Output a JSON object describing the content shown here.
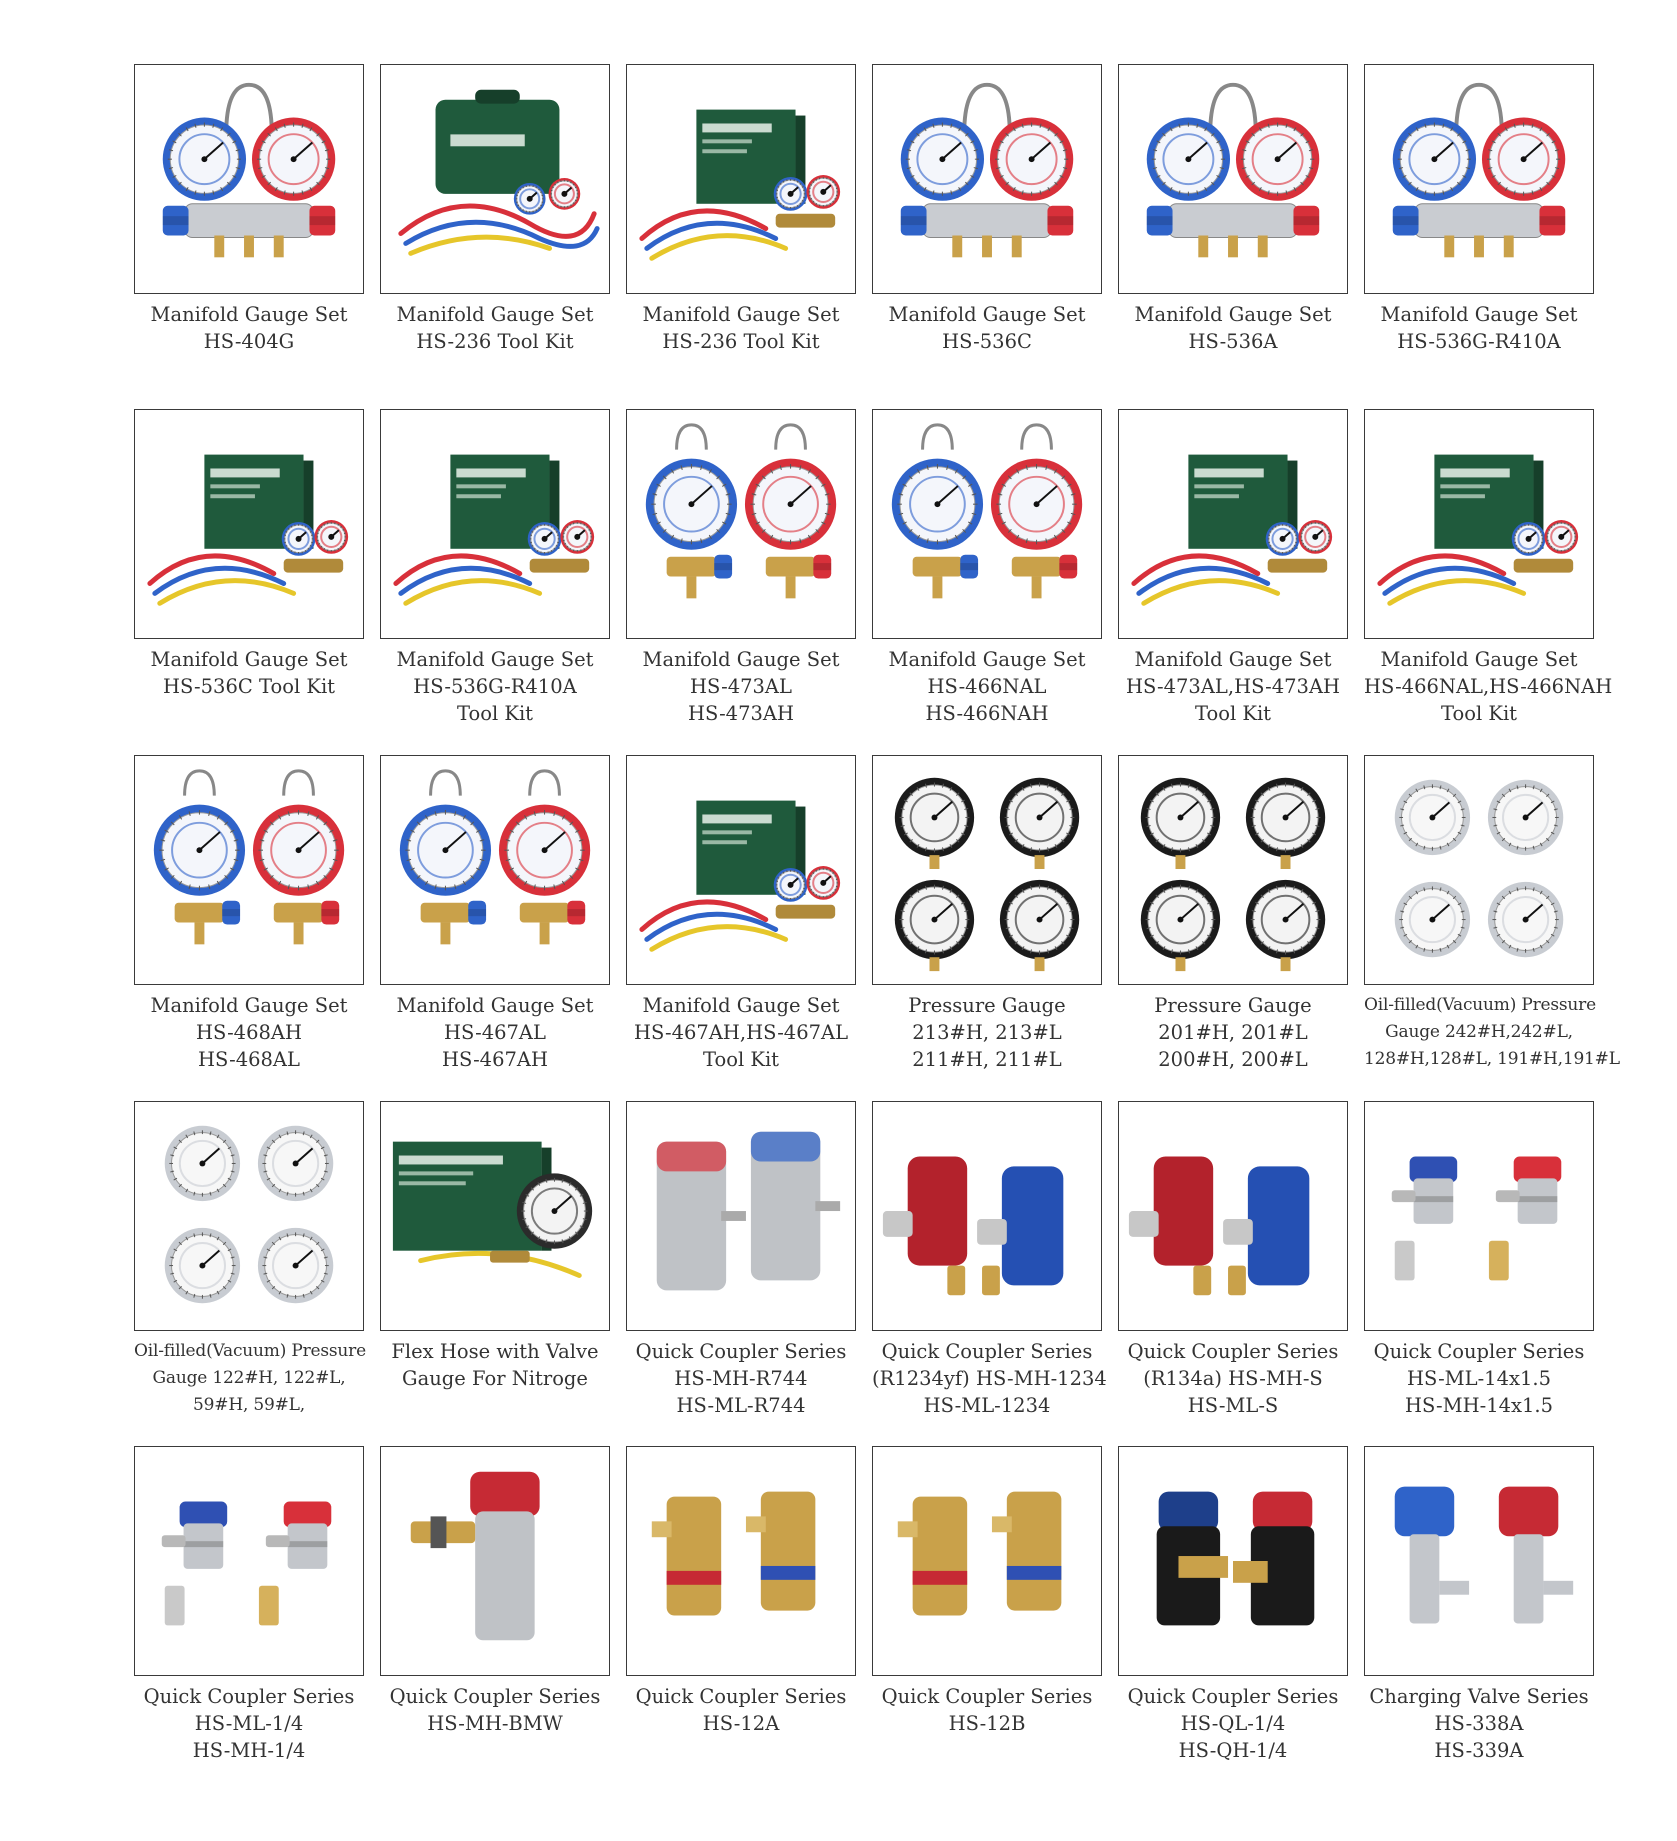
{
  "products": [
    {
      "lines": [
        "Manifold Gauge Set",
        "HS-404G"
      ],
      "image": "manifold-gauge-set-image"
    },
    {
      "lines": [
        "Manifold Gauge Set",
        "HS-236 Tool Kit"
      ],
      "image": "tool-kit-case-image"
    },
    {
      "lines": [
        "Manifold Gauge Set",
        "HS-236 Tool Kit"
      ],
      "image": "tool-kit-box-image"
    },
    {
      "lines": [
        "Manifold Gauge Set",
        "HS-536C"
      ],
      "image": "manifold-gauge-set-image"
    },
    {
      "lines": [
        "Manifold Gauge Set",
        "HS-536A"
      ],
      "image": "manifold-gauge-set-image"
    },
    {
      "lines": [
        "Manifold Gauge Set",
        "HS-536G-R410A"
      ],
      "image": "manifold-gauge-set-image"
    },
    {
      "lines": [
        "Manifold Gauge Set",
        "HS-536C Tool Kit"
      ],
      "image": "tool-kit-box-image"
    },
    {
      "lines": [
        "Manifold Gauge Set",
        "HS-536G-R410A",
        "Tool Kit"
      ],
      "image": "tool-kit-box-image"
    },
    {
      "lines": [
        "Manifold Gauge Set",
        "HS-473AL",
        "HS-473AH"
      ],
      "image": "single-gauge-pair-image"
    },
    {
      "lines": [
        "Manifold Gauge Set",
        "HS-466NAL",
        "HS-466NAH"
      ],
      "image": "single-gauge-pair-image"
    },
    {
      "lines": [
        "Manifold Gauge Set",
        "HS-473AL,HS-473AH",
        "Tool Kit"
      ],
      "image": "tool-kit-box-image"
    },
    {
      "lines": [
        "Manifold Gauge Set",
        "HS-466NAL,HS-466NAH",
        "Tool Kit"
      ],
      "image": "tool-kit-box-image"
    },
    {
      "lines": [
        "Manifold Gauge Set",
        "HS-468AH",
        "HS-468AL"
      ],
      "image": "single-gauge-pair-image"
    },
    {
      "lines": [
        "Manifold Gauge Set",
        "HS-467AL",
        "HS-467AH"
      ],
      "image": "single-gauge-pair-image"
    },
    {
      "lines": [
        "Manifold Gauge Set",
        "HS-467AH,HS-467AL",
        "Tool Kit"
      ],
      "image": "tool-kit-box-image"
    },
    {
      "lines": [
        "Pressure Gauge",
        "213#H, 213#L",
        "211#H, 211#L"
      ],
      "image": "pressure-gauges-image"
    },
    {
      "lines": [
        "Pressure Gauge",
        "201#H, 201#L",
        "200#H, 200#L"
      ],
      "image": "pressure-gauges-image"
    },
    {
      "lines": [
        "Oil-filled(Vacuum) Pressure",
        "Gauge 242#H,242#L,",
        "128#H,128#L, 191#H,191#L"
      ],
      "image": "oil-filled-gauges-image",
      "small": true
    },
    {
      "lines": [
        "Oil-filled(Vacuum) Pressure",
        "Gauge 122#H, 122#L,",
        "59#H, 59#L,"
      ],
      "image": "oil-filled-gauges-image",
      "small": true
    },
    {
      "lines": [
        "Flex Hose with Valve",
        "Gauge For Nitroge"
      ],
      "image": "nitrogen-kit-image"
    },
    {
      "lines": [
        "Quick Coupler Series",
        "HS-MH-R744",
        "HS-ML-R744"
      ],
      "image": "quick-coupler-silver-image"
    },
    {
      "lines": [
        "Quick Coupler Series",
        "(R1234yf) HS-MH-1234",
        "HS-ML-1234"
      ],
      "image": "quick-coupler-colored-image"
    },
    {
      "lines": [
        "Quick Coupler Series",
        "(R134a) HS-MH-S",
        "HS-ML-S"
      ],
      "image": "quick-coupler-colored-image"
    },
    {
      "lines": [
        "Quick Coupler Series",
        "HS-ML-14x1.5",
        "HS-MH-14x1.5"
      ],
      "image": "quick-coupler-capped-image"
    },
    {
      "lines": [
        "Quick Coupler Series",
        "HS-ML-1/4",
        "HS-MH-1/4"
      ],
      "image": "quick-coupler-capped-image"
    },
    {
      "lines": [
        "Quick Coupler Series",
        "HS-MH-BMW"
      ],
      "image": "single-coupler-image"
    },
    {
      "lines": [
        "Quick Coupler Series",
        "HS-12A"
      ],
      "image": "brass-coupler-image"
    },
    {
      "lines": [
        "Quick Coupler Series",
        "HS-12B"
      ],
      "image": "brass-coupler-image"
    },
    {
      "lines": [
        "Quick Coupler Series",
        "HS-QL-1/4",
        "HS-QH-1/4"
      ],
      "image": "black-coupler-image"
    },
    {
      "lines": [
        "Charging Valve Series",
        "HS-338A",
        "HS-339A"
      ],
      "image": "charging-valve-image"
    }
  ]
}
